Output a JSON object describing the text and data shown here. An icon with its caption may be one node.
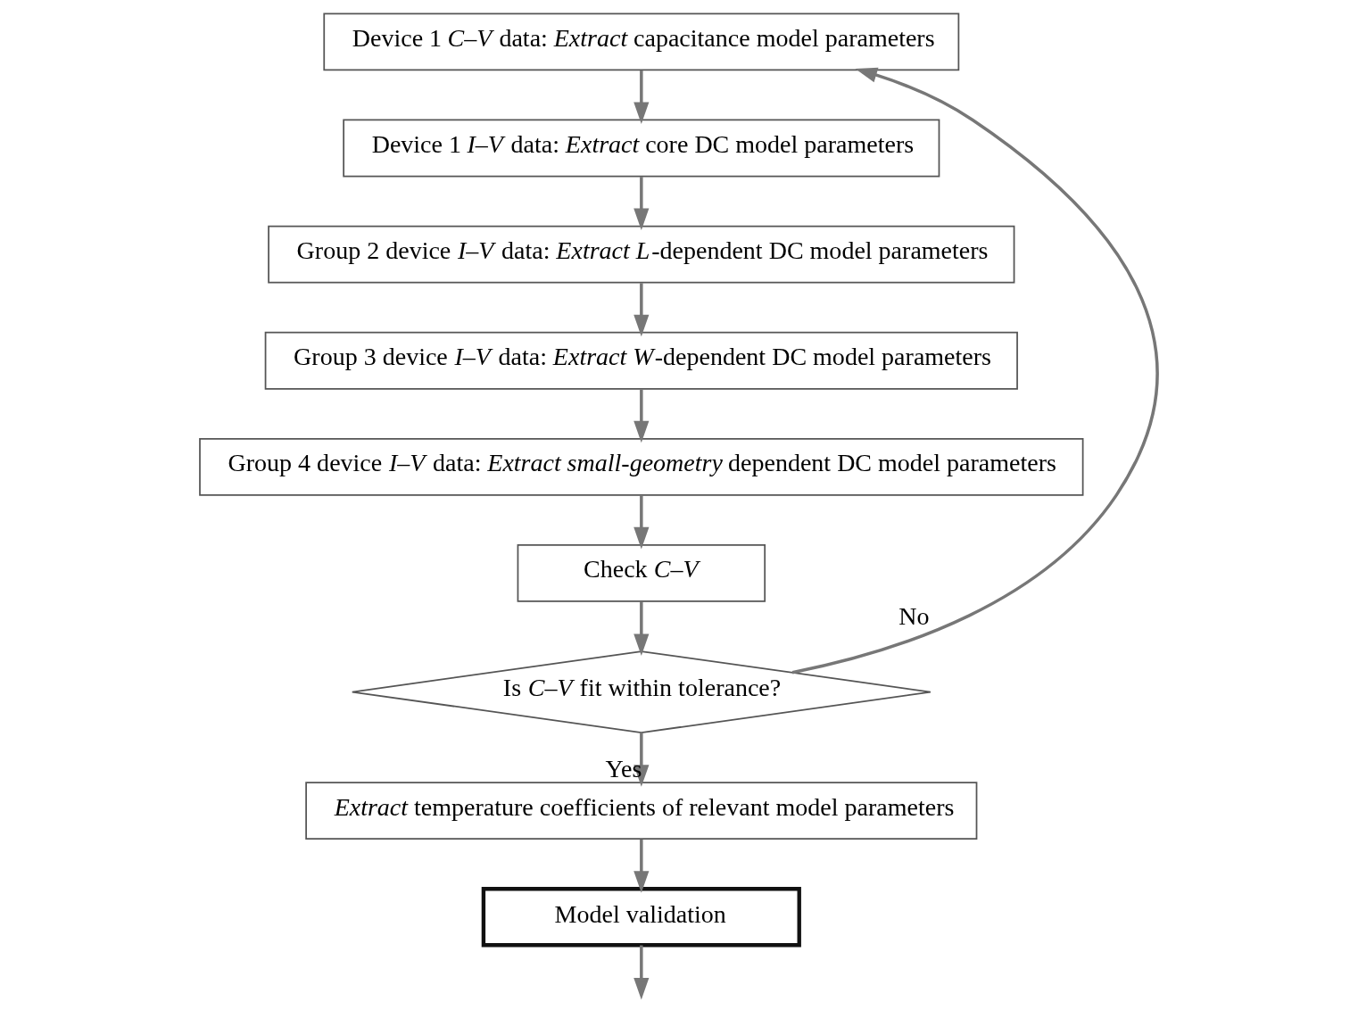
{
  "diagram": {
    "nodes": [
      {
        "text": [
          "Device 1 *C–V* data: *Extract* capacitance model parameters"
        ]
      },
      {
        "text": [
          "Device 1 *I–V* data: *Extract* core DC model parameters"
        ]
      },
      {
        "text": [
          "Group 2 device *I–V* data: *Extract* *L*-dependent DC model parameters"
        ]
      },
      {
        "text": [
          "Group 3 device *I–V* data: *Extract* *W*-dependent DC model parameters"
        ]
      },
      {
        "text": [
          "Group 4 device *I–V* data: *Extract* *small-geometry* dependent DC model parameters"
        ]
      },
      {
        "text": [
          "Check *C–V*"
        ]
      },
      {
        "text": [
          "Is *C–V* fit within tolerance?"
        ]
      },
      {
        "text": [
          "*Extract* temperature coefficients of relevant model parameters"
        ]
      },
      {
        "text": [
          "Model validation"
        ]
      }
    ],
    "edges": [
      {
        "from": 0,
        "to": 1,
        "arrow": "to"
      },
      {
        "from": 1,
        "to": 2,
        "arrow": "to"
      },
      {
        "from": 2,
        "to": 3,
        "arrow": "to"
      },
      {
        "from": 3,
        "to": 4,
        "arrow": "to"
      },
      {
        "from": 4,
        "to": 5,
        "arrow": "to"
      },
      {
        "from": 5,
        "to": 6,
        "arrow": "to"
      },
      {
        "from": 6,
        "to": 7,
        "label": "Yes",
        "arrow": "to"
      },
      {
        "from": 6,
        "to": 0,
        "label": "No",
        "arrow": "to"
      },
      {
        "from": 7,
        "to": 8,
        "arrow": "to"
      },
      {
        "from": 8,
        "to": null,
        "arrow": "to"
      }
    ]
  }
}
